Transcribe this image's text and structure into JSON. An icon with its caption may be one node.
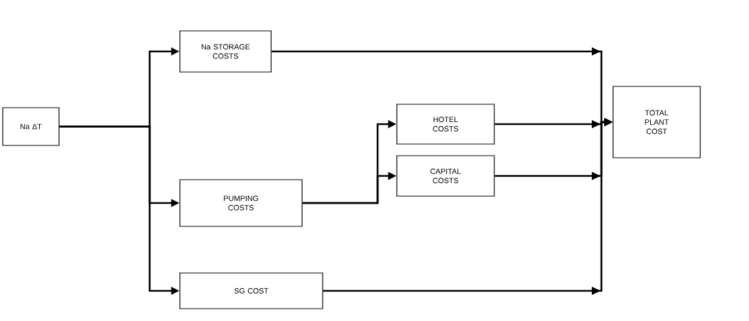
{
  "diagram": {
    "nodes": [
      {
        "text": [
          "Na ΔT"
        ]
      },
      {
        "text": [
          "Na STORAGE COSTS"
        ]
      },
      {
        "text": [
          "PUMPING COSTS"
        ]
      },
      {
        "text": [
          "HOTEL COSTS"
        ]
      },
      {
        "text": [
          "CAPITAL COSTS"
        ]
      },
      {
        "text": [
          "SG COST"
        ]
      },
      {
        "text": [
          "TOTAL PLANT COST"
        ]
      }
    ],
    "edges": [
      {
        "from": 0,
        "to": 1,
        "arrow": "to"
      },
      {
        "from": 0,
        "to": 2,
        "arrow": "to"
      },
      {
        "from": 0,
        "to": 5,
        "arrow": "to"
      },
      {
        "from": 2,
        "to": 3,
        "arrow": "to"
      },
      {
        "from": 2,
        "to": 4,
        "arrow": "to"
      },
      {
        "from": 1,
        "to": 6,
        "arrow": "to"
      },
      {
        "from": 3,
        "to": 6,
        "arrow": "to"
      },
      {
        "from": 4,
        "to": 6,
        "arrow": "to"
      },
      {
        "from": 5,
        "to": 6,
        "arrow": "to"
      }
    ]
  }
}
